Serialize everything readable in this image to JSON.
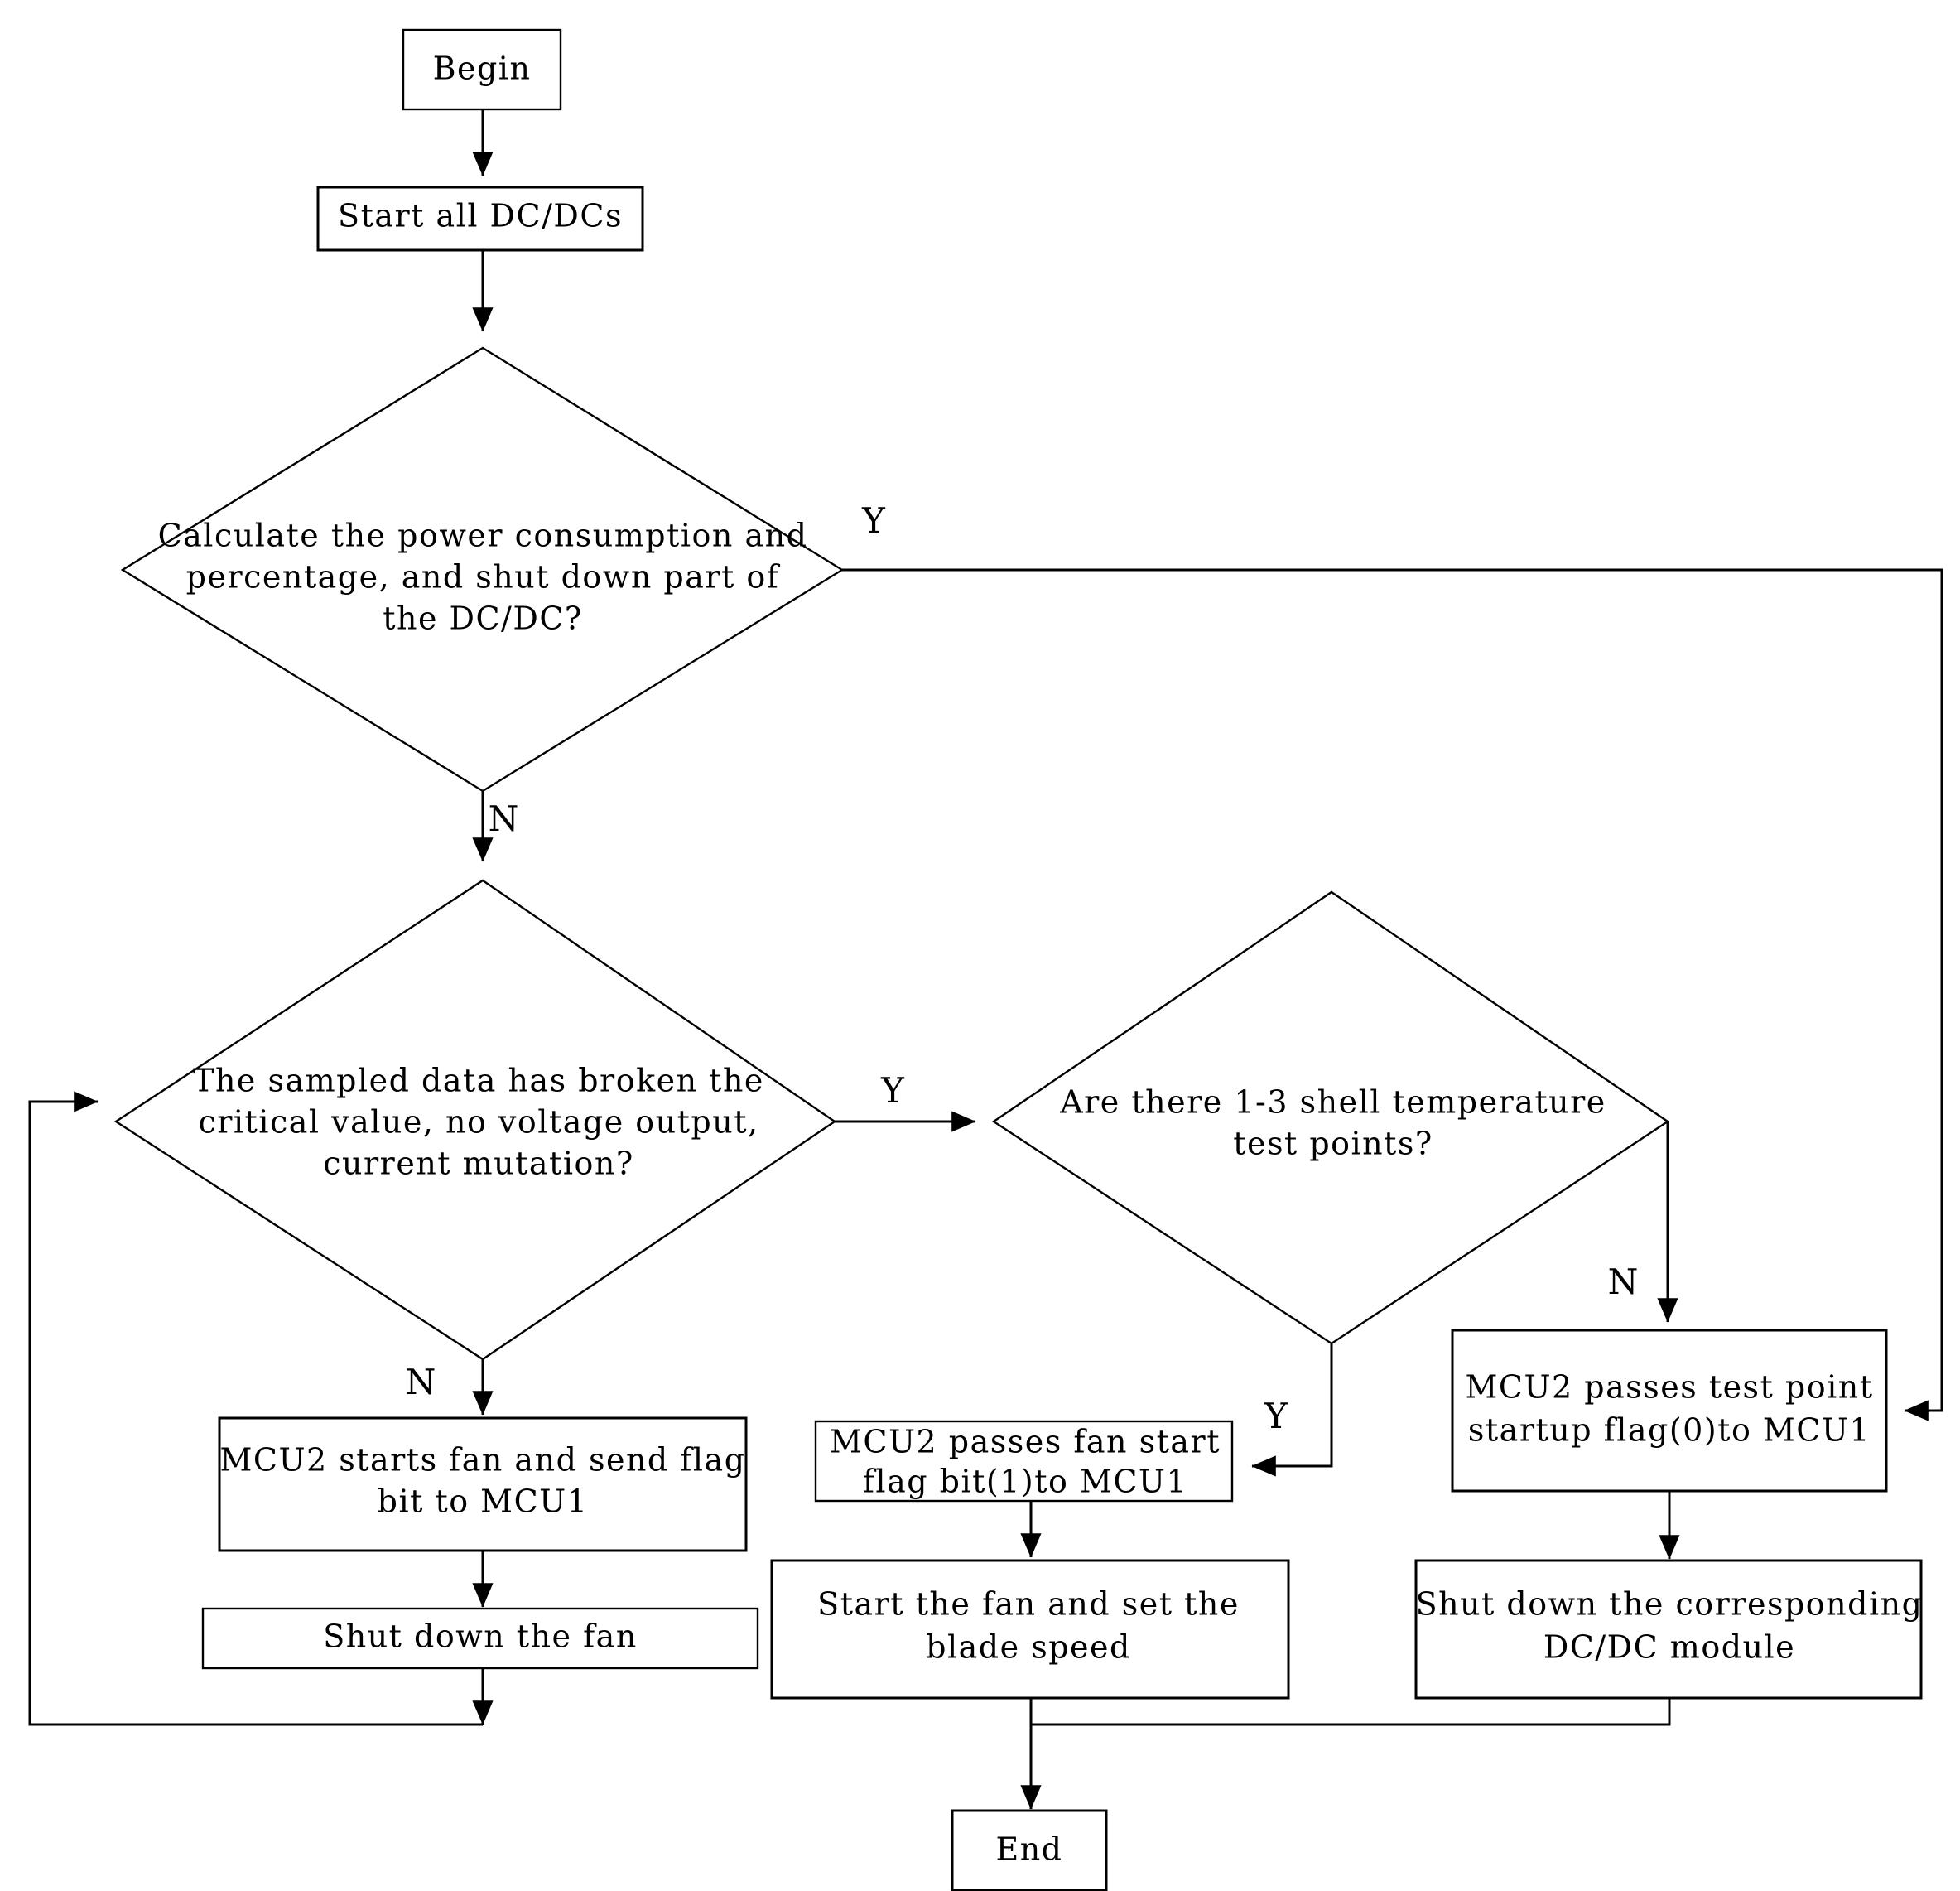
{
  "diagram": {
    "title": "Power and thermal management control flowchart",
    "background_color": "#ffffff",
    "line_color": "#000000",
    "text_color": "#000000",
    "nodes": {
      "begin": {
        "label": "Begin",
        "shape": "process"
      },
      "start_all_dcdc": {
        "label": "Start all DC/DCs",
        "shape": "process"
      },
      "decision_power": {
        "shape": "decision",
        "lines": [
          "Calculate the power consumption and",
          "percentage, and shut down part of",
          "the DC/DC?"
        ]
      },
      "decision_sampled": {
        "shape": "decision",
        "lines": [
          "The sampled data has broken the",
          "critical value, no voltage output,",
          "current mutation?"
        ]
      },
      "decision_shell_temp": {
        "shape": "decision",
        "lines": [
          "Are there 1-3 shell temperature",
          "test points?"
        ]
      },
      "mcu2_start_fan": {
        "shape": "process",
        "lines": [
          "MCU2 starts fan and send flag",
          "bit to MCU1"
        ]
      },
      "shut_down_fan": {
        "shape": "process",
        "lines": [
          "Shut down the fan"
        ]
      },
      "mcu2_pass_fan_flag": {
        "shape": "process",
        "lines": [
          "MCU2 passes fan start",
          "flag bit(1)to MCU1"
        ]
      },
      "start_fan_blade_speed": {
        "shape": "process",
        "lines": [
          "Start the fan and set the",
          "blade speed"
        ]
      },
      "mcu2_pass_testpoint_flag": {
        "shape": "process",
        "lines": [
          "MCU2 passes test point",
          "startup flag(0)to MCU1"
        ]
      },
      "shut_down_dcdc_module": {
        "shape": "process",
        "lines": [
          "Shut down the corresponding",
          "DC/DC module"
        ]
      },
      "end": {
        "label": "End",
        "shape": "process"
      }
    },
    "edge_labels": {
      "power_yes": "Y",
      "power_no": "N",
      "sampled_yes": "Y",
      "sampled_no": "N",
      "shell_yes": "Y",
      "shell_no": "N"
    }
  }
}
